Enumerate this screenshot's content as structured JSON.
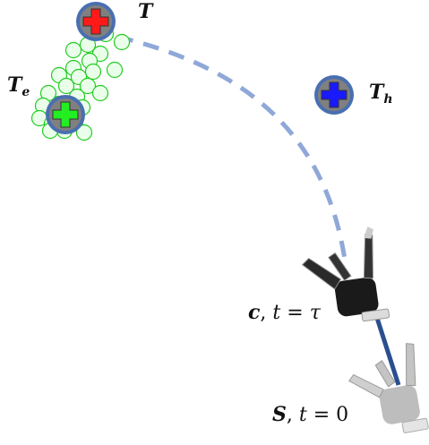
{
  "labels": {
    "target_symbol": "T",
    "target_e_symbol": "T",
    "target_e_subscript": "e",
    "target_h_symbol": "T",
    "target_h_subscript": "h",
    "c_symbol": "c",
    "c_comma": ",",
    "c_time_var": "t",
    "c_eq": "=",
    "c_time_value": "τ",
    "s_symbol": "S",
    "s_comma": ",",
    "s_time_var": "t",
    "s_eq": "=",
    "s_time_value": "0"
  },
  "colors": {
    "target_main_cross": "#ff1a1a",
    "target_e_cross": "#22ee22",
    "target_h_cross": "#1a1aff",
    "marker_ring": "#4a6fb0",
    "marker_fill": "#808080",
    "scatter_stroke": "#22cc22",
    "scatter_fill": "#eaffea",
    "dashed_path": "#8fa8d8",
    "solid_path": "#2a4f8f",
    "hand_dark": "#1a1a1a",
    "hand_light": "#c8c8c8"
  },
  "icons": {
    "target_main": "plus-marker-icon",
    "target_e": "plus-marker-icon",
    "target_h": "plus-marker-icon",
    "hand_current": "robot-hand-icon",
    "hand_start": "robot-hand-icon"
  }
}
